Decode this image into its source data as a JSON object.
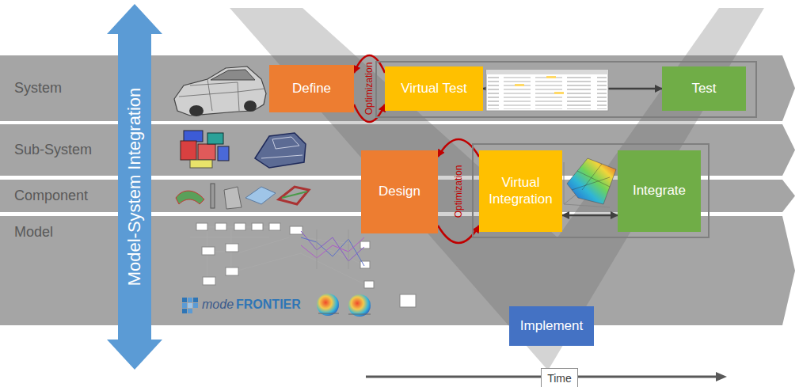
{
  "diagram": {
    "nodes": [
      {
        "text": [
          "Model-System Integration"
        ]
      },
      {
        "text": [
          "System"
        ]
      },
      {
        "text": [
          "Sub-System"
        ]
      },
      {
        "text": [
          "Component"
        ]
      },
      {
        "text": [
          "Model"
        ]
      },
      {
        "text": [
          "Define"
        ]
      },
      {
        "text": [
          "Virtual Test"
        ]
      },
      {
        "text": [
          "Test"
        ]
      },
      {
        "text": [
          "Design"
        ]
      },
      {
        "text": [
          "Virtual Integration"
        ]
      },
      {
        "text": [
          "Integrate"
        ]
      },
      {
        "text": [
          "Implement"
        ]
      },
      {
        "text": [
          "Time"
        ]
      }
    ],
    "edges": [
      {
        "from": 6,
        "to": 5,
        "arrow": "to",
        "label": "Optimization"
      },
      {
        "from": 5,
        "to": 6,
        "arrow": "to"
      },
      {
        "from": 6,
        "to": 7,
        "arrow": "both"
      },
      {
        "from": 9,
        "to": 8,
        "arrow": "to",
        "label": "Optimization"
      },
      {
        "from": 8,
        "to": 9,
        "arrow": "to"
      },
      {
        "from": 9,
        "to": 10,
        "arrow": "both"
      }
    ],
    "labels": [
      "mode",
      "FRONTIER"
    ]
  }
}
